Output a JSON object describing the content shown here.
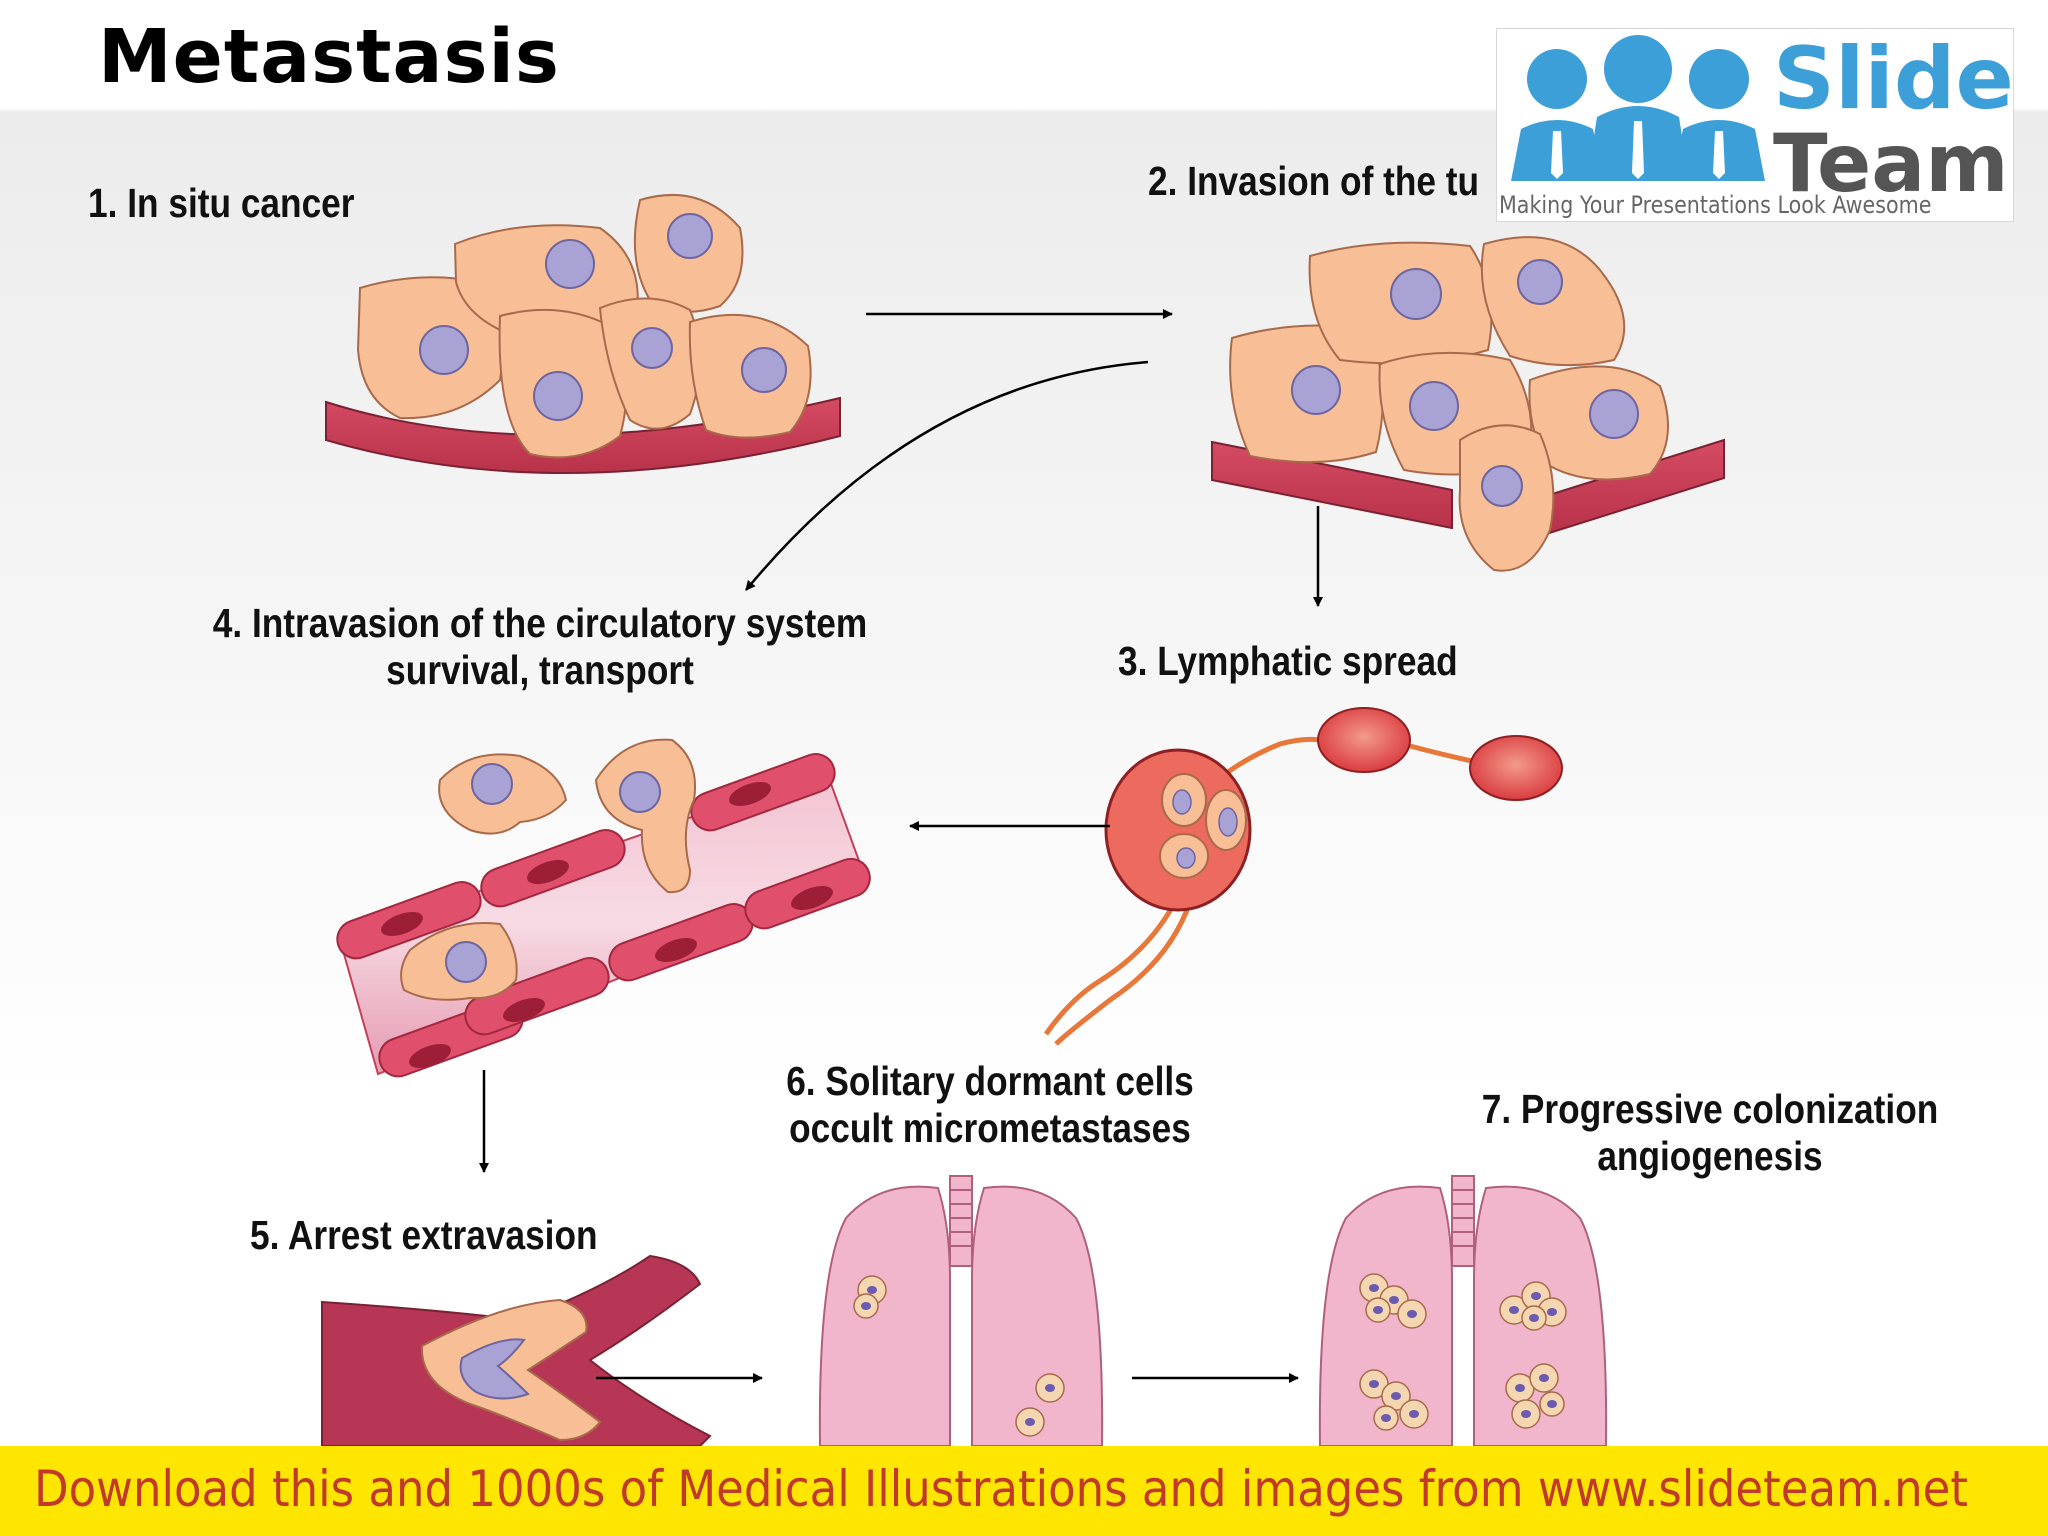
{
  "title": "Metastasis",
  "steps": {
    "s1": "1. In situ cancer",
    "s2": "2. Invasion of the tu",
    "s3": "3. Lymphatic spread",
    "s4_line1": "4. Intravasion of the circulatory system",
    "s4_line2": "survival, transport",
    "s5": "5. Arrest extravasion",
    "s6_line1": "6. Solitary dormant cells",
    "s6_line2": "occult micrometastases",
    "s7_line1": "7. Progressive colonization",
    "s7_line2": "angiogenesis"
  },
  "logo": {
    "word1": "Slide",
    "word2": "Team",
    "tagline": "Making Your Presentations Look Awesome"
  },
  "banner": {
    "text": "Download this and 1000s of Medical Illustrations and images from www.slideteam.net"
  },
  "colors": {
    "cell": "#f8bf97",
    "nucleus": "#a9a2d4",
    "vessel": "#c4405a",
    "lymph": "#e8773a",
    "lung": "#f1b5cc",
    "banner_bg": "#ffe600",
    "banner_text": "#c0392b",
    "logo_blue": "#3d9fd8"
  }
}
